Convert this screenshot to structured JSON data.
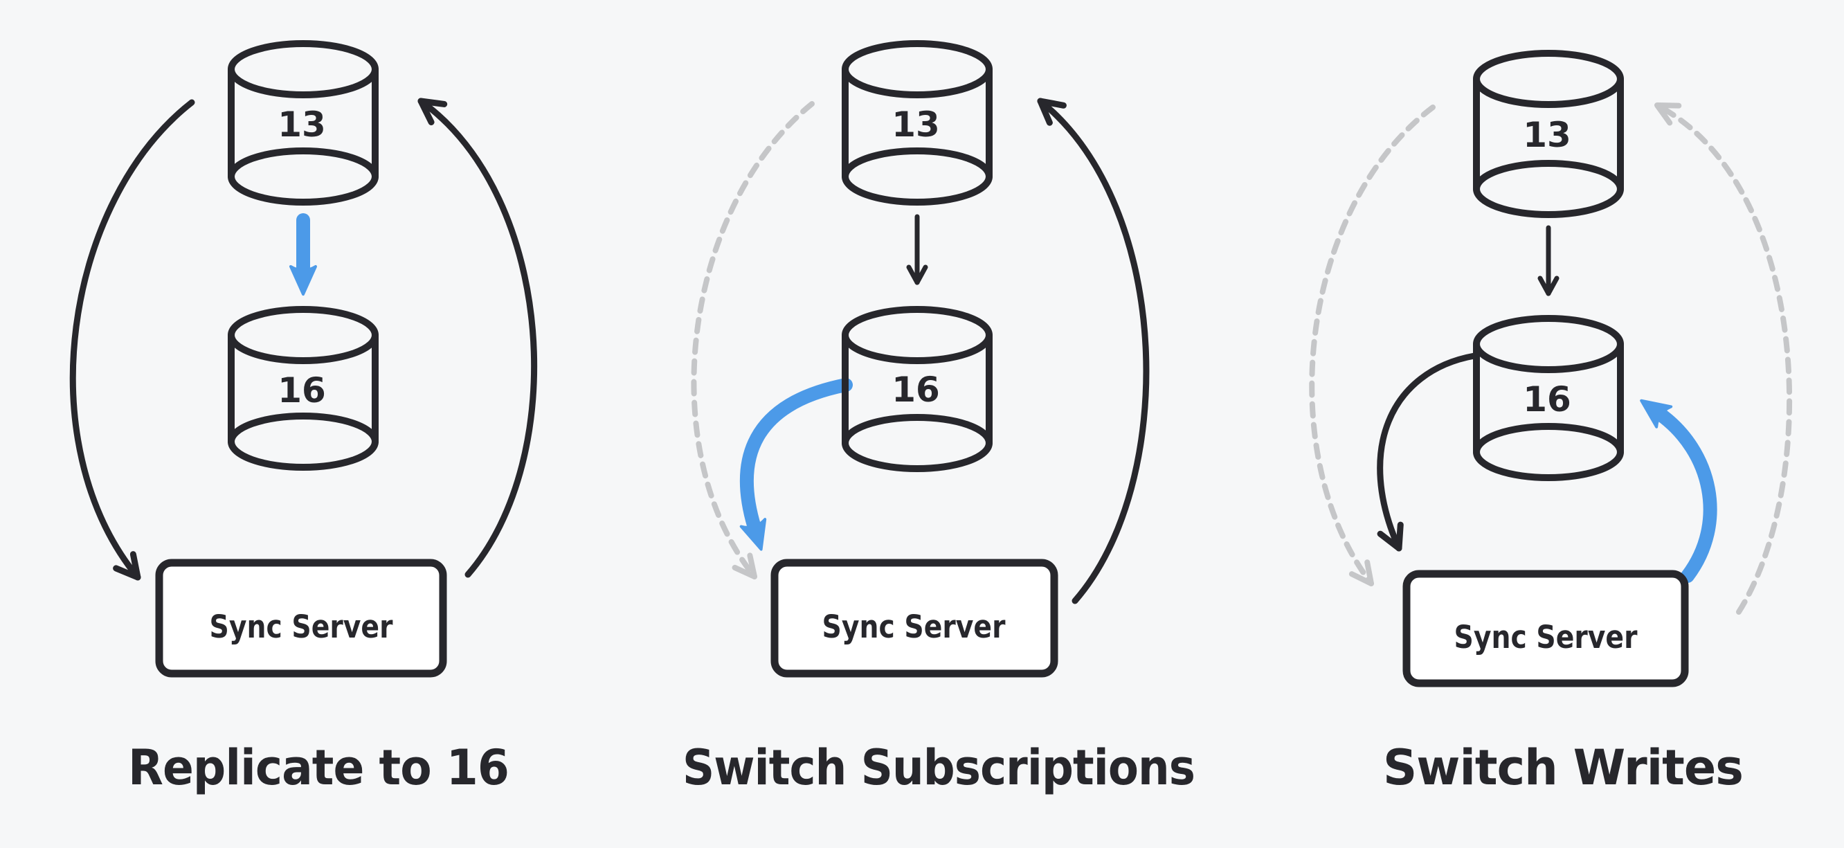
{
  "colors": {
    "background": "#f6f7f8",
    "ink": "#27272c",
    "accent_blue": "#4c9ae8",
    "deprecated_gray": "#c5c6c8",
    "server_box_fill": "#ffffff"
  },
  "panels": [
    {
      "caption": "Replicate to 16",
      "top_db": "13",
      "bottom_db": "16",
      "server_label": "Sync Server",
      "flows": [
        {
          "name": "old-db-to-sync-server",
          "from": "13",
          "to": "Sync Server",
          "status": "active",
          "style": "solid-black-curve"
        },
        {
          "name": "sync-server-to-old-db",
          "from": "Sync Server",
          "to": "13",
          "status": "active",
          "style": "solid-black-curve"
        },
        {
          "name": "replication-13-to-16",
          "from": "13",
          "to": "16",
          "status": "highlighted",
          "style": "bold-blue-arrow"
        }
      ]
    },
    {
      "caption": "Switch Subscriptions",
      "top_db": "13",
      "bottom_db": "16",
      "server_label": "Sync Server",
      "flows": [
        {
          "name": "old-db-to-sync-server",
          "from": "13",
          "to": "Sync Server",
          "status": "deprecated",
          "style": "gray-dashed-curve"
        },
        {
          "name": "replication-13-to-16",
          "from": "13",
          "to": "16",
          "status": "active",
          "style": "thin-black-arrow"
        },
        {
          "name": "new-db-to-sync-server",
          "from": "16",
          "to": "Sync Server",
          "status": "highlighted",
          "style": "bold-blue-curve"
        },
        {
          "name": "sync-server-to-old-db",
          "from": "Sync Server",
          "to": "13",
          "status": "active",
          "style": "solid-black-curve"
        }
      ]
    },
    {
      "caption": "Switch Writes",
      "top_db": "13",
      "bottom_db": "16",
      "server_label": "Sync Server",
      "flows": [
        {
          "name": "old-db-to-sync-server",
          "from": "13",
          "to": "Sync Server",
          "status": "deprecated",
          "style": "gray-dashed-curve"
        },
        {
          "name": "sync-server-to-old-db",
          "from": "Sync Server",
          "to": "13",
          "status": "deprecated",
          "style": "gray-dashed-curve"
        },
        {
          "name": "replication-13-to-16",
          "from": "13",
          "to": "16",
          "status": "active",
          "style": "thin-black-arrow"
        },
        {
          "name": "new-db-to-sync-server",
          "from": "16",
          "to": "Sync Server",
          "status": "active",
          "style": "solid-black-curve"
        },
        {
          "name": "sync-server-to-new-db",
          "from": "Sync Server",
          "to": "16",
          "status": "highlighted",
          "style": "bold-blue-curve"
        }
      ]
    }
  ]
}
